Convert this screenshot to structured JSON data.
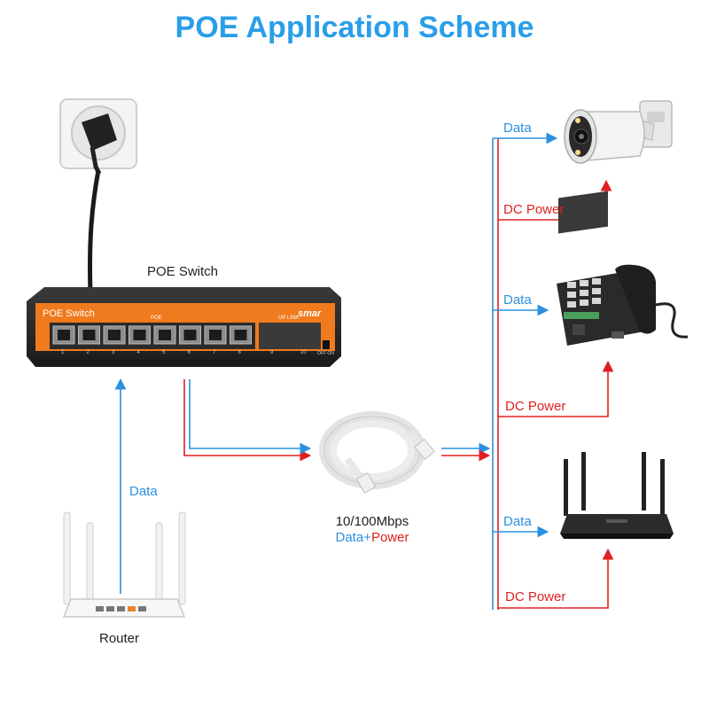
{
  "title": "POE Application Scheme",
  "labels": {
    "poe_switch": "POE Switch",
    "router": "Router",
    "data_left": "Data",
    "speed": "10/100Mbps",
    "data_word": "Data",
    "plus": "+",
    "power_word": "Power",
    "cam_data": "Data",
    "cam_power": "DC Power",
    "phone_data": "Data",
    "phone_power": "DC Power",
    "router2_data": "Data",
    "router2_power": "DC Power"
  },
  "switch_panel": {
    "label": "POE Switch",
    "brand": "smar",
    "poe_label": "POE",
    "uplink_label": "UP LINK",
    "toggle_label": "OFF ON",
    "ports": [
      "1",
      "2",
      "3",
      "4",
      "5",
      "6",
      "7",
      "8",
      "9",
      "10"
    ]
  },
  "colors": {
    "title": "#2a9ee8",
    "data_line": "#2a90e0",
    "power_line": "#e02020",
    "switch_body": "#2b2b2b",
    "switch_face": "#f07a1e"
  }
}
